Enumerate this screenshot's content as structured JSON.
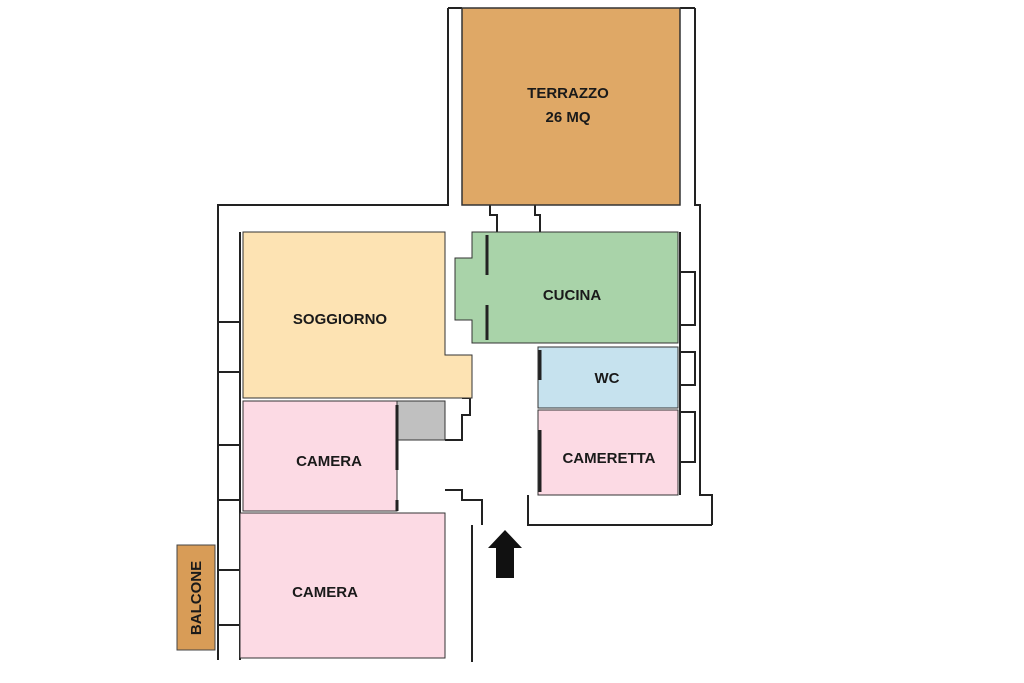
{
  "rooms": {
    "terrazzo": {
      "label": "TERRAZZO",
      "area": "26 MQ",
      "color": "#dfa866"
    },
    "soggiorno": {
      "label": "SOGGIORNO",
      "color": "#fde3b3"
    },
    "cucina": {
      "label": "CUCINA",
      "color": "#a9d3a9"
    },
    "wc": {
      "label": "WC",
      "color": "#c6e2ee"
    },
    "cameretta": {
      "label": "CAMERETTA",
      "color": "#fcdae4"
    },
    "camera1": {
      "label": "CAMERA",
      "color": "#fcdae4"
    },
    "camera2": {
      "label": "CAMERA",
      "color": "#fcdae4"
    },
    "ripostiglio": {
      "color": "#c0c0c0"
    },
    "balcone": {
      "label": "BALCONE",
      "color": "#d89c57"
    }
  },
  "entrance": {
    "icon": "arrow-up-icon"
  }
}
